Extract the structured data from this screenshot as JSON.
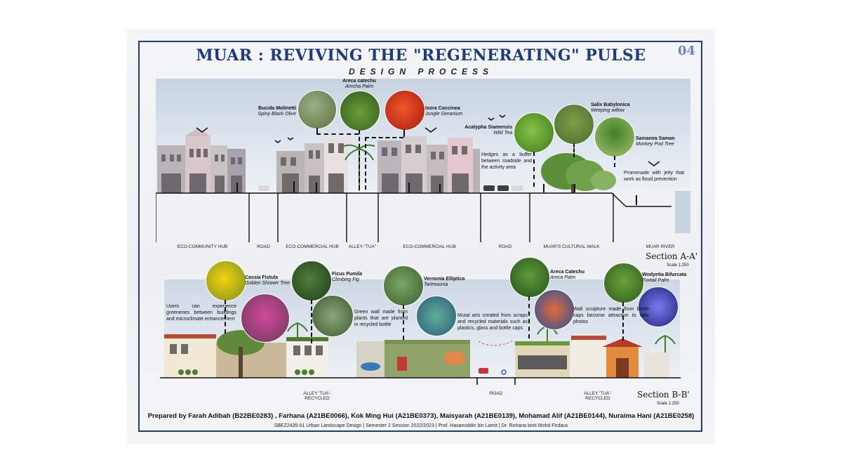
{
  "header": {
    "title": "MUAR : REVIVING THE \"REGENERATING\" PULSE",
    "subtitle": "DESIGN PROCESS",
    "page_number": "04"
  },
  "section_a": {
    "title": "Section A-A'",
    "scale": "Scale 1:250",
    "zones": [
      "ECO-COMMUNITY HUB",
      "ROAD",
      "ECO-COMMERCIAL HUB",
      "ALLEY-\"TUA\"",
      "ECO-COMMERCIAL HUB",
      "ROAD",
      "MUAR'S CULTURAL WALK",
      "MUAR RIVER"
    ],
    "plants": [
      {
        "name": "Bucida Molinetti",
        "common": "Spiny Black Olive"
      },
      {
        "name": "Areca catechu",
        "common": "Arecha Palm"
      },
      {
        "name": "Ixora Coccinea",
        "common": "Jungle Geranium"
      },
      {
        "name": "Acalypha Siamensis",
        "common": "Wild Tea"
      },
      {
        "name": "Salix Babylonica",
        "common": "Weeping willow"
      },
      {
        "name": "Samanea Saman",
        "common": "Monkey Pod Tree"
      }
    ],
    "notes": [
      "Hedges as a buffer between roadside and the activity area",
      "Promenade with jetty that work as flood prevention"
    ]
  },
  "section_b": {
    "title": "Section B-B'",
    "scale": "Scale 1:250",
    "zones": [
      "ALLEY 'TUA'- RECYCLED",
      "ROAD",
      "ALLEY 'TUA'- RECYCLED"
    ],
    "plants": [
      {
        "name": "Cassia Fistula",
        "common": "Golden Shower Tree"
      },
      {
        "name": "Ficus Pumila",
        "common": "Climbing Fig"
      },
      {
        "name": "Vernonia Elliptica",
        "common": "Tarlmounia"
      },
      {
        "name": "Areca Catechu",
        "common": "Areca Palm"
      },
      {
        "name": "Wodyetia Bifurcata",
        "common": "Foxtail Palm"
      }
    ],
    "notes": [
      "Users can experience greeneries between buildings and microclimate enhancement",
      "Green wall made from plants that are planted in recycled bottle",
      "Mural arts created from scraps and recycled materials such as plastics, glass and bottle caps",
      "Wall sculpture made from bottle caps become attraction to take photos"
    ]
  },
  "footer": {
    "prepared_by": "Prepared by Farah Adibah (B22BE0283) , Farhana (A21BE0066), Kok Ming Hui (A21BE0373), Maisyarah (A21BE0139), Mohamad Alif (A21BE0144), Nuraima Hani (A21BE0258)",
    "course": "SBEZ2435-01 Urban Landscape Design | Semester 2 Session 2022/2023 | Prof. Hasanuddin bin Lamit | Dr. Rohana binti Mohd Firdaus"
  },
  "colors": {
    "frame": "#1f3b7a",
    "title": "#1f3b7a",
    "page_number": "#6b86b8"
  }
}
